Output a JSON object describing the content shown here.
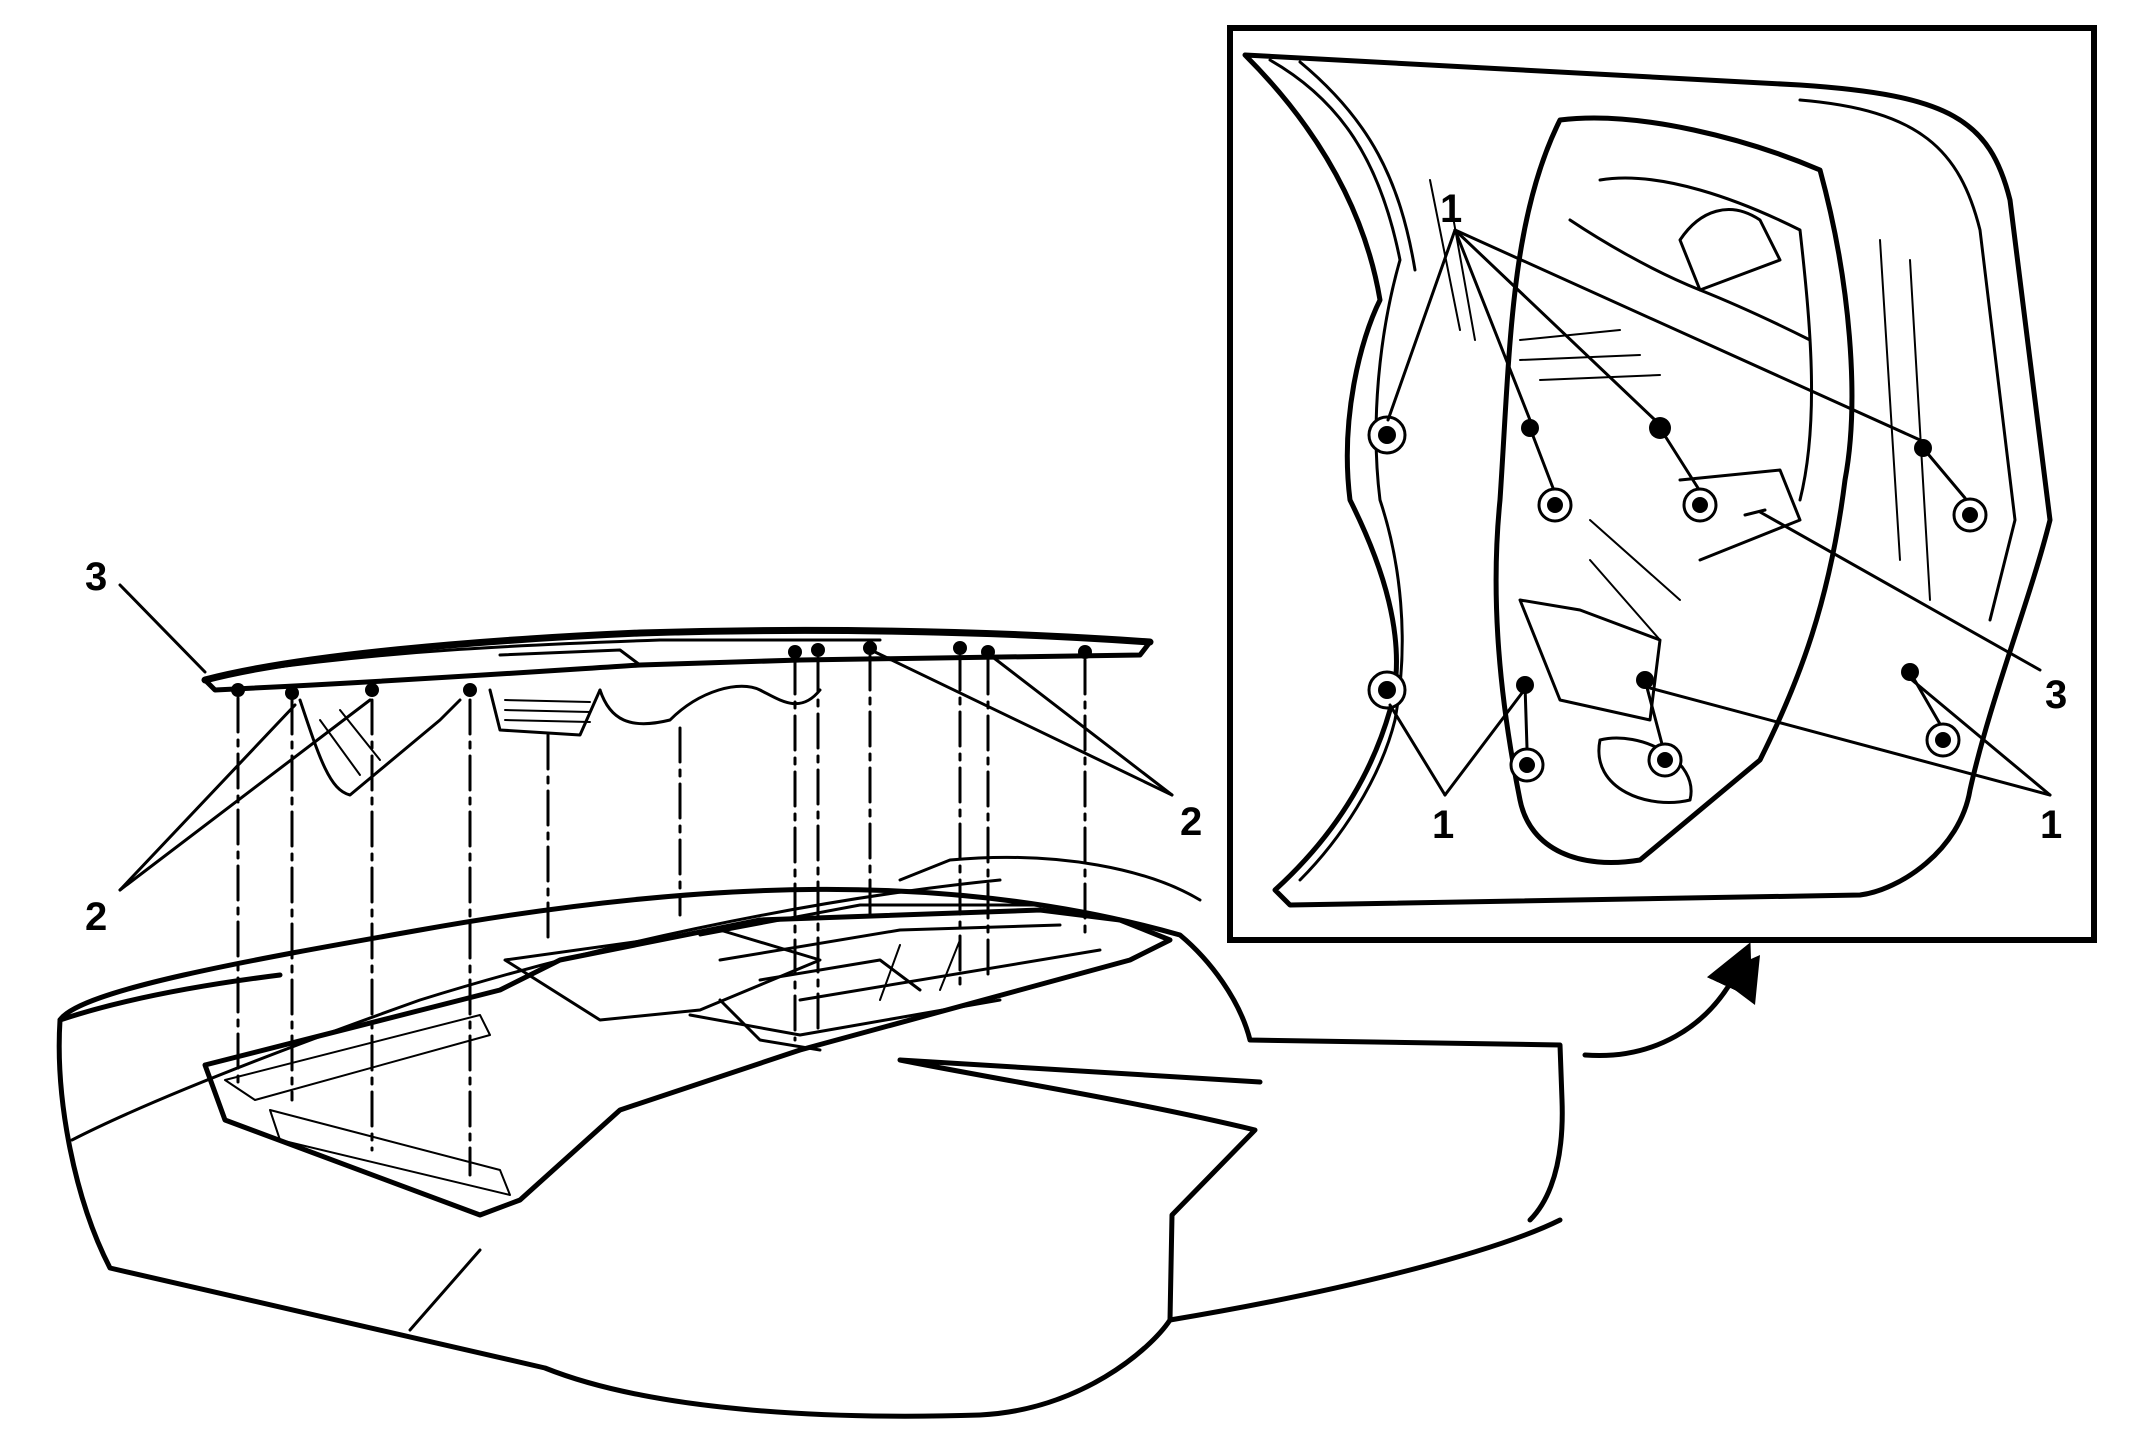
{
  "diagram": {
    "callouts": {
      "label_1": "1",
      "label_2": "2",
      "label_3": "3"
    },
    "colors": {
      "ink": "#000000",
      "background": "#ffffff"
    },
    "views": [
      "main-exploded-view",
      "detail-inset-view"
    ]
  }
}
